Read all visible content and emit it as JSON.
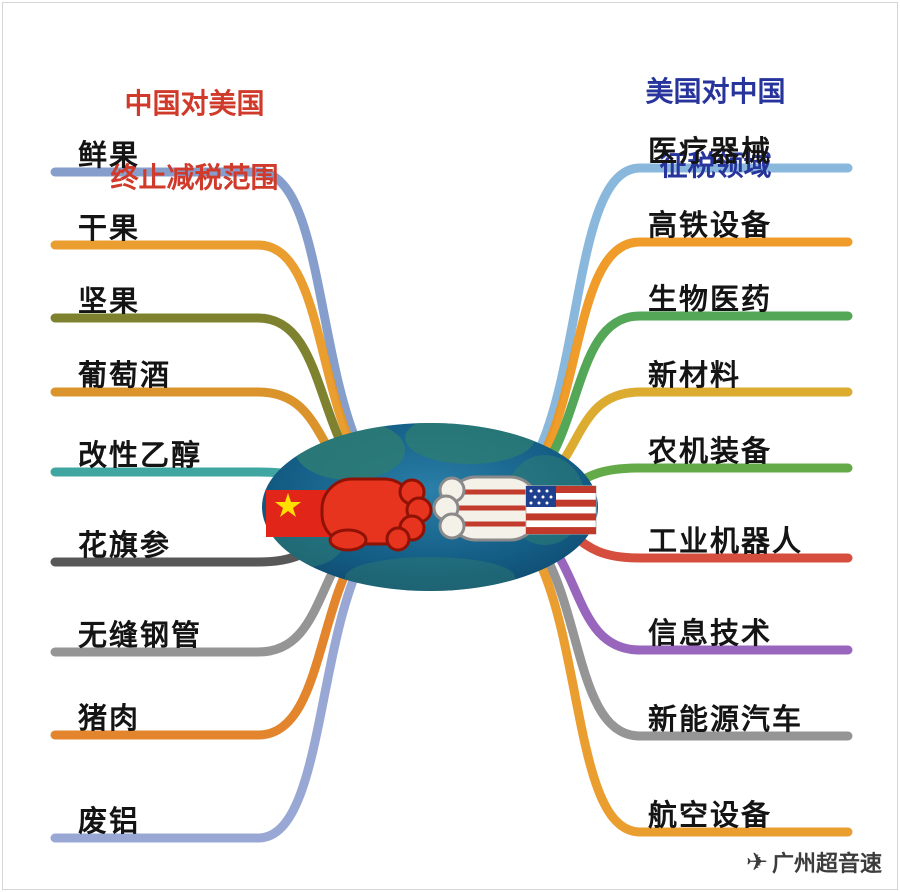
{
  "titles": {
    "left_line1": "中国对美国",
    "left_line2": "终止减税范围",
    "left_color": "#d03a2b",
    "right_line1": "美国对中国",
    "right_line2": "征税领域",
    "right_color": "#26349b"
  },
  "left_items": [
    {
      "label": "鲜果",
      "color": "#7b96c8"
    },
    {
      "label": "干果",
      "color": "#e8961e"
    },
    {
      "label": "坚果",
      "color": "#73761c"
    },
    {
      "label": "葡萄酒",
      "color": "#d88a1a"
    },
    {
      "label": "改性乙醇",
      "color": "#2f9e99"
    },
    {
      "label": "花旗参",
      "color": "#4a4a4a"
    },
    {
      "label": "无缝钢管",
      "color": "#8c8c8c"
    },
    {
      "label": "猪肉",
      "color": "#e07b1a"
    },
    {
      "label": "废铝",
      "color": "#8f9fd0"
    }
  ],
  "right_items": [
    {
      "label": "医疗器械",
      "color": "#7fb2d9"
    },
    {
      "label": "高铁设备",
      "color": "#ef9418"
    },
    {
      "label": "生物医药",
      "color": "#44a048"
    },
    {
      "label": "新材料",
      "color": "#d9a51f"
    },
    {
      "label": "农机装备",
      "color": "#57a33a"
    },
    {
      "label": "工业机器人",
      "color": "#d2402e"
    },
    {
      "label": "信息技术",
      "color": "#9059b8"
    },
    {
      "label": "新能源汽车",
      "color": "#8c8c8c"
    },
    {
      "label": "航空设备",
      "color": "#e8961e"
    }
  ],
  "watermark": {
    "text": "广州超音速",
    "icon": "paper-plane-icon"
  }
}
